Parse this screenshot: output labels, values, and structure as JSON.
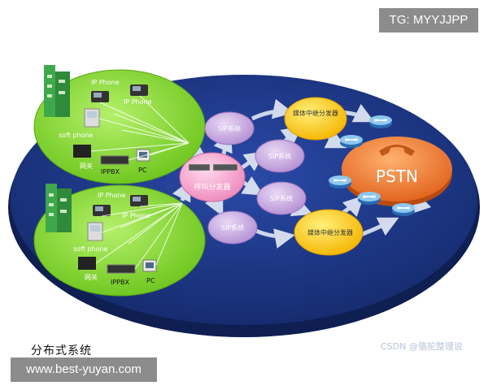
{
  "badges": {
    "tg": "TG: MYYJJPP",
    "url": "www.best-yuyan.com"
  },
  "caption": "分布式系统",
  "watermark": "CSDN @骆驼整理说",
  "site_top": {
    "ip_phone_1": "IP Phone",
    "ip_phone_2": "IP Phone",
    "soft_phone": "soft phone",
    "gateway": "网关",
    "ippbx": "IPPBX",
    "pc": "PC"
  },
  "site_bottom": {
    "ip_phone_1": "IP Phone",
    "ip_phone_2": "IP Phone",
    "soft_phone": "soft phone",
    "gateway": "网关",
    "ippbx": "IPPBX",
    "pc": "PC"
  },
  "nodes": {
    "sip_1": "SIP系统",
    "sip_2": "SIP系统",
    "sip_3": "SIP系统",
    "sip_4": "SIP系统",
    "call_distributor": "呼叫分发器",
    "media_relay_1": "媒体中继分发器",
    "media_relay_2": "媒体中继分发器",
    "pstn": "PSTN"
  },
  "colors": {
    "platform": "#1d3a8c",
    "site_green": "#7ed321",
    "sip_purple": "#c8a8e0",
    "media_yellow": "#ffc800",
    "pstn_orange": "#f07a1e",
    "call_pink": "#f4a0c8"
  }
}
